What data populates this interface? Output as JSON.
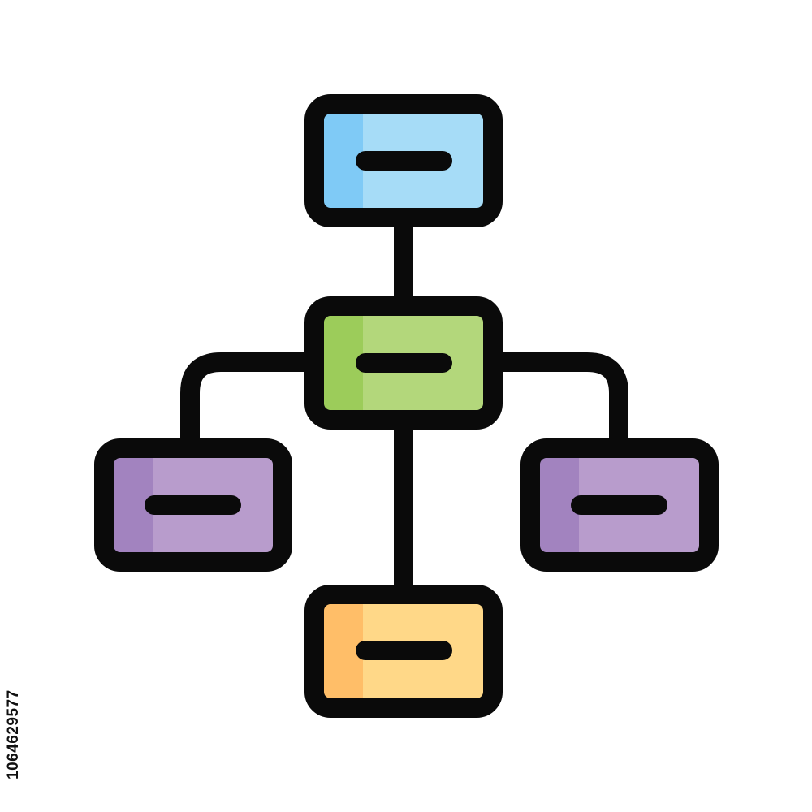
{
  "diagram": {
    "type": "hierarchy-icon",
    "outline_color": "#0a0a0a",
    "nodes": [
      {
        "id": "top",
        "color": "#a6dcf7",
        "shade": "#7fcaf6"
      },
      {
        "id": "middle",
        "color": "#b3d77b",
        "shade": "#9ccc5a"
      },
      {
        "id": "left",
        "color": "#b89ccc",
        "shade": "#a283bf"
      },
      {
        "id": "right",
        "color": "#b89ccc",
        "shade": "#a283bf"
      },
      {
        "id": "bottom",
        "color": "#ffd888",
        "shade": "#ffbe68"
      }
    ],
    "edges": [
      {
        "from": "top",
        "to": "middle"
      },
      {
        "from": "middle",
        "to": "left"
      },
      {
        "from": "middle",
        "to": "right"
      },
      {
        "from": "middle",
        "to": "bottom"
      }
    ]
  },
  "side_id": "1064629577"
}
